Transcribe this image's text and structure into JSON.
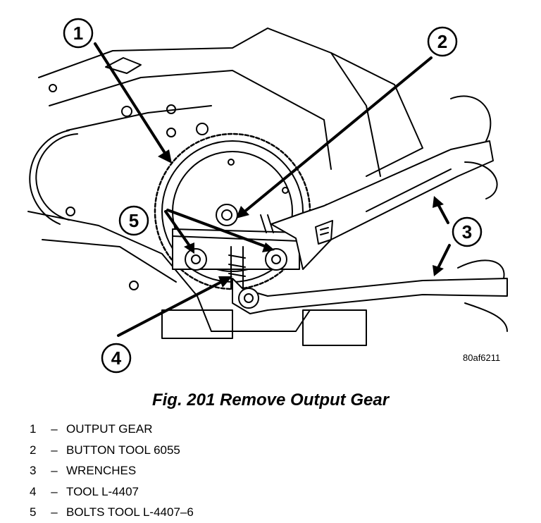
{
  "figure": {
    "code": "80af6211",
    "caption": "Fig. 201 Remove Output Gear"
  },
  "callouts": [
    "1",
    "2",
    "3",
    "4",
    "5"
  ],
  "legend": [
    {
      "num": "1",
      "text": "OUTPUT GEAR"
    },
    {
      "num": "2",
      "text": "BUTTON TOOL 6055"
    },
    {
      "num": "3",
      "text": "WRENCHES"
    },
    {
      "num": "4",
      "text": "TOOL L-4407"
    },
    {
      "num": "5",
      "text": "BOLTS TOOL L-4407–6"
    }
  ],
  "legend_separator": "–"
}
